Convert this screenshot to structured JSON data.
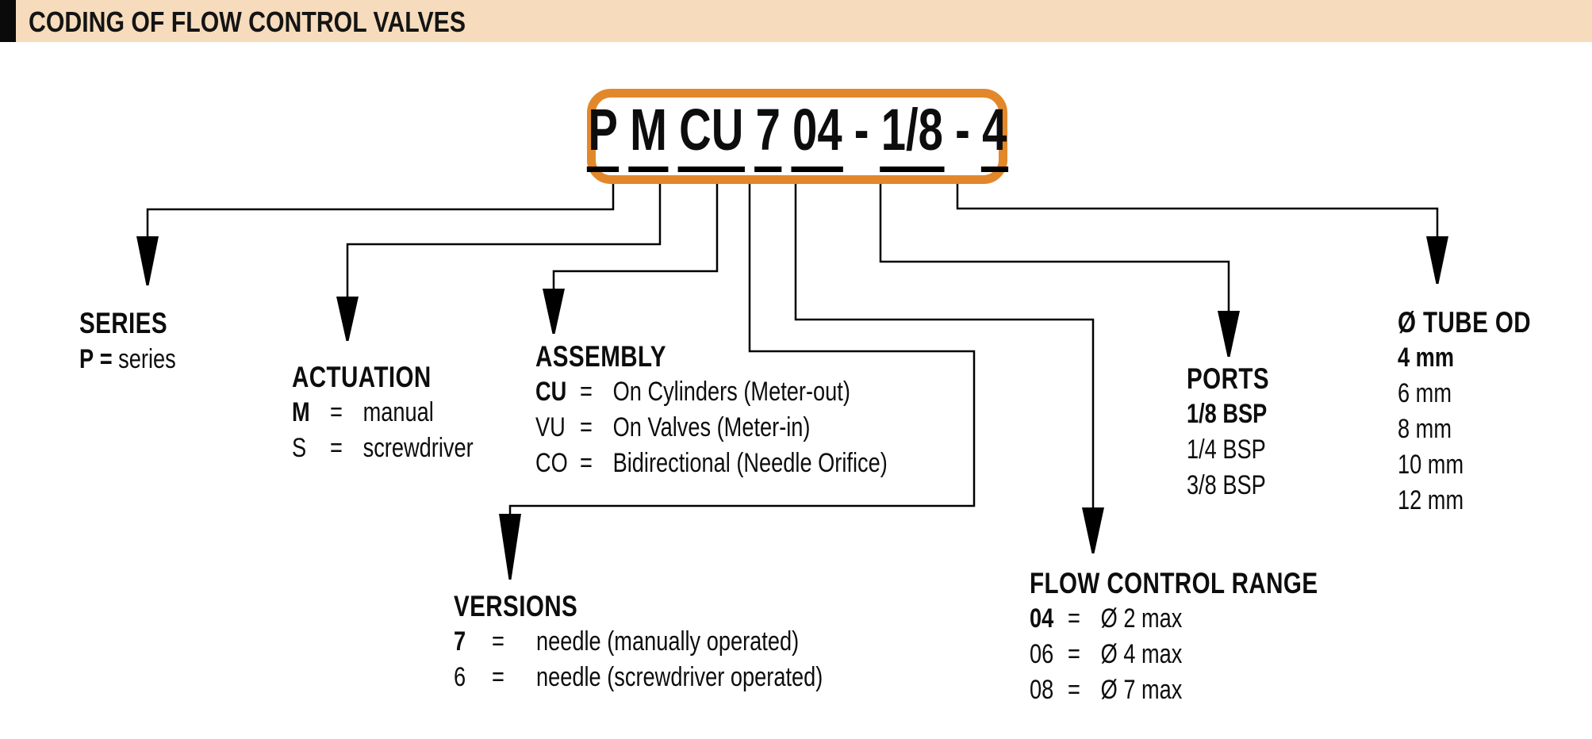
{
  "header": {
    "title": "CODING OF FLOW CONTROL VALVES"
  },
  "code": {
    "full": "P M CU 7 04 - 1/8 - 4",
    "segments": [
      "P",
      "M",
      "CU",
      "7",
      "04",
      "-",
      "1/8",
      "-",
      "4"
    ]
  },
  "blocks": {
    "series": {
      "title": "SERIES",
      "key": "P",
      "eq": "=",
      "value": "series"
    },
    "actuation": {
      "title": "ACTUATION",
      "rows": [
        {
          "key": "M",
          "eq": "=",
          "value": "manual"
        },
        {
          "key": "S",
          "eq": "=",
          "value": "screwdriver"
        }
      ]
    },
    "assembly": {
      "title": "ASSEMBLY",
      "rows": [
        {
          "key": "CU",
          "eq": "=",
          "value": "On Cylinders (Meter-out)"
        },
        {
          "key": "VU",
          "eq": "=",
          "value": "On Valves (Meter-in)"
        },
        {
          "key": "CO",
          "eq": "=",
          "value": "Bidirectional (Needle Orifice)"
        }
      ]
    },
    "versions": {
      "title": "VERSIONS",
      "rows": [
        {
          "key": "7",
          "eq": "=",
          "value": "needle (manually operated)"
        },
        {
          "key": "6",
          "eq": "=",
          "value": "needle (screwdriver operated)"
        }
      ]
    },
    "flow_control_range": {
      "title": "FLOW CONTROL RANGE",
      "rows": [
        {
          "key": "04",
          "eq": "=",
          "value": "Ø 2 max"
        },
        {
          "key": "06",
          "eq": "=",
          "value": "Ø 4 max"
        },
        {
          "key": "08",
          "eq": "=",
          "value": "Ø 7 max"
        }
      ]
    },
    "ports": {
      "title": "PORTS",
      "items": [
        "1/8 BSP",
        "1/4 BSP",
        "3/8 BSP"
      ]
    },
    "tube_od": {
      "title": "Ø TUBE OD",
      "items": [
        "4 mm",
        "6 mm",
        "8 mm",
        "10 mm",
        "12 mm"
      ]
    }
  },
  "colors": {
    "accent_orange": "#e2882b",
    "header_bg": "#f6dcbc",
    "line": "#000000"
  }
}
